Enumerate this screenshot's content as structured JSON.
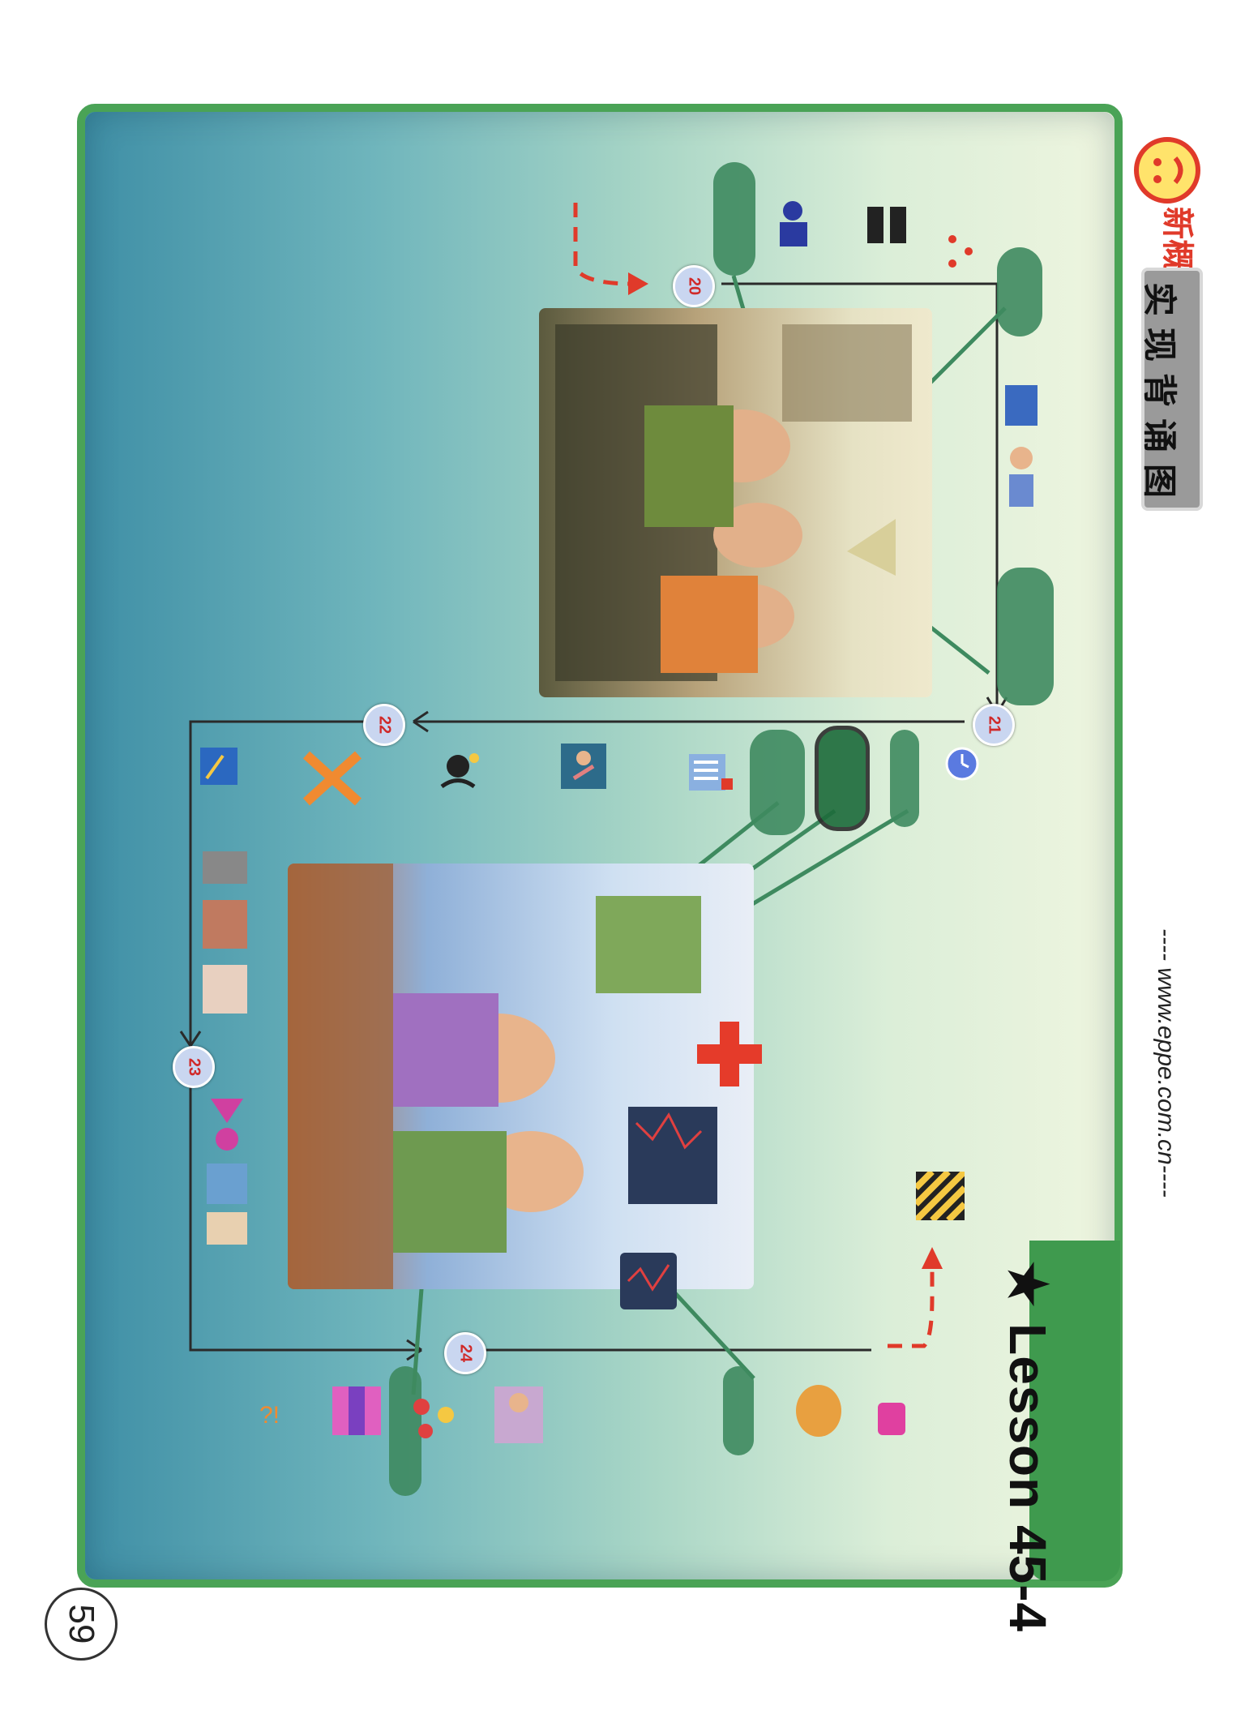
{
  "page_number": "59",
  "lesson": "★ Lesson 45-4",
  "website": "---- www.eppe.com.cn----",
  "brand_name": "新概念",
  "section_title": "实现背诵图",
  "markers": [
    "20",
    "21",
    "22",
    "23",
    "24"
  ],
  "colors": {
    "panel_border": "#4aa356",
    "pill": "#3e8a5f",
    "badge_text": "#d02a2a",
    "arrow_red": "#e03a2a"
  },
  "icons": [
    "reporters-camera-icon",
    "doctor-hospital-icon",
    "clock-icon",
    "cross-icon",
    "cross-red-icon",
    "robber-icon",
    "wheelchair-icon",
    "key-icon",
    "tv-monitor-icon"
  ]
}
